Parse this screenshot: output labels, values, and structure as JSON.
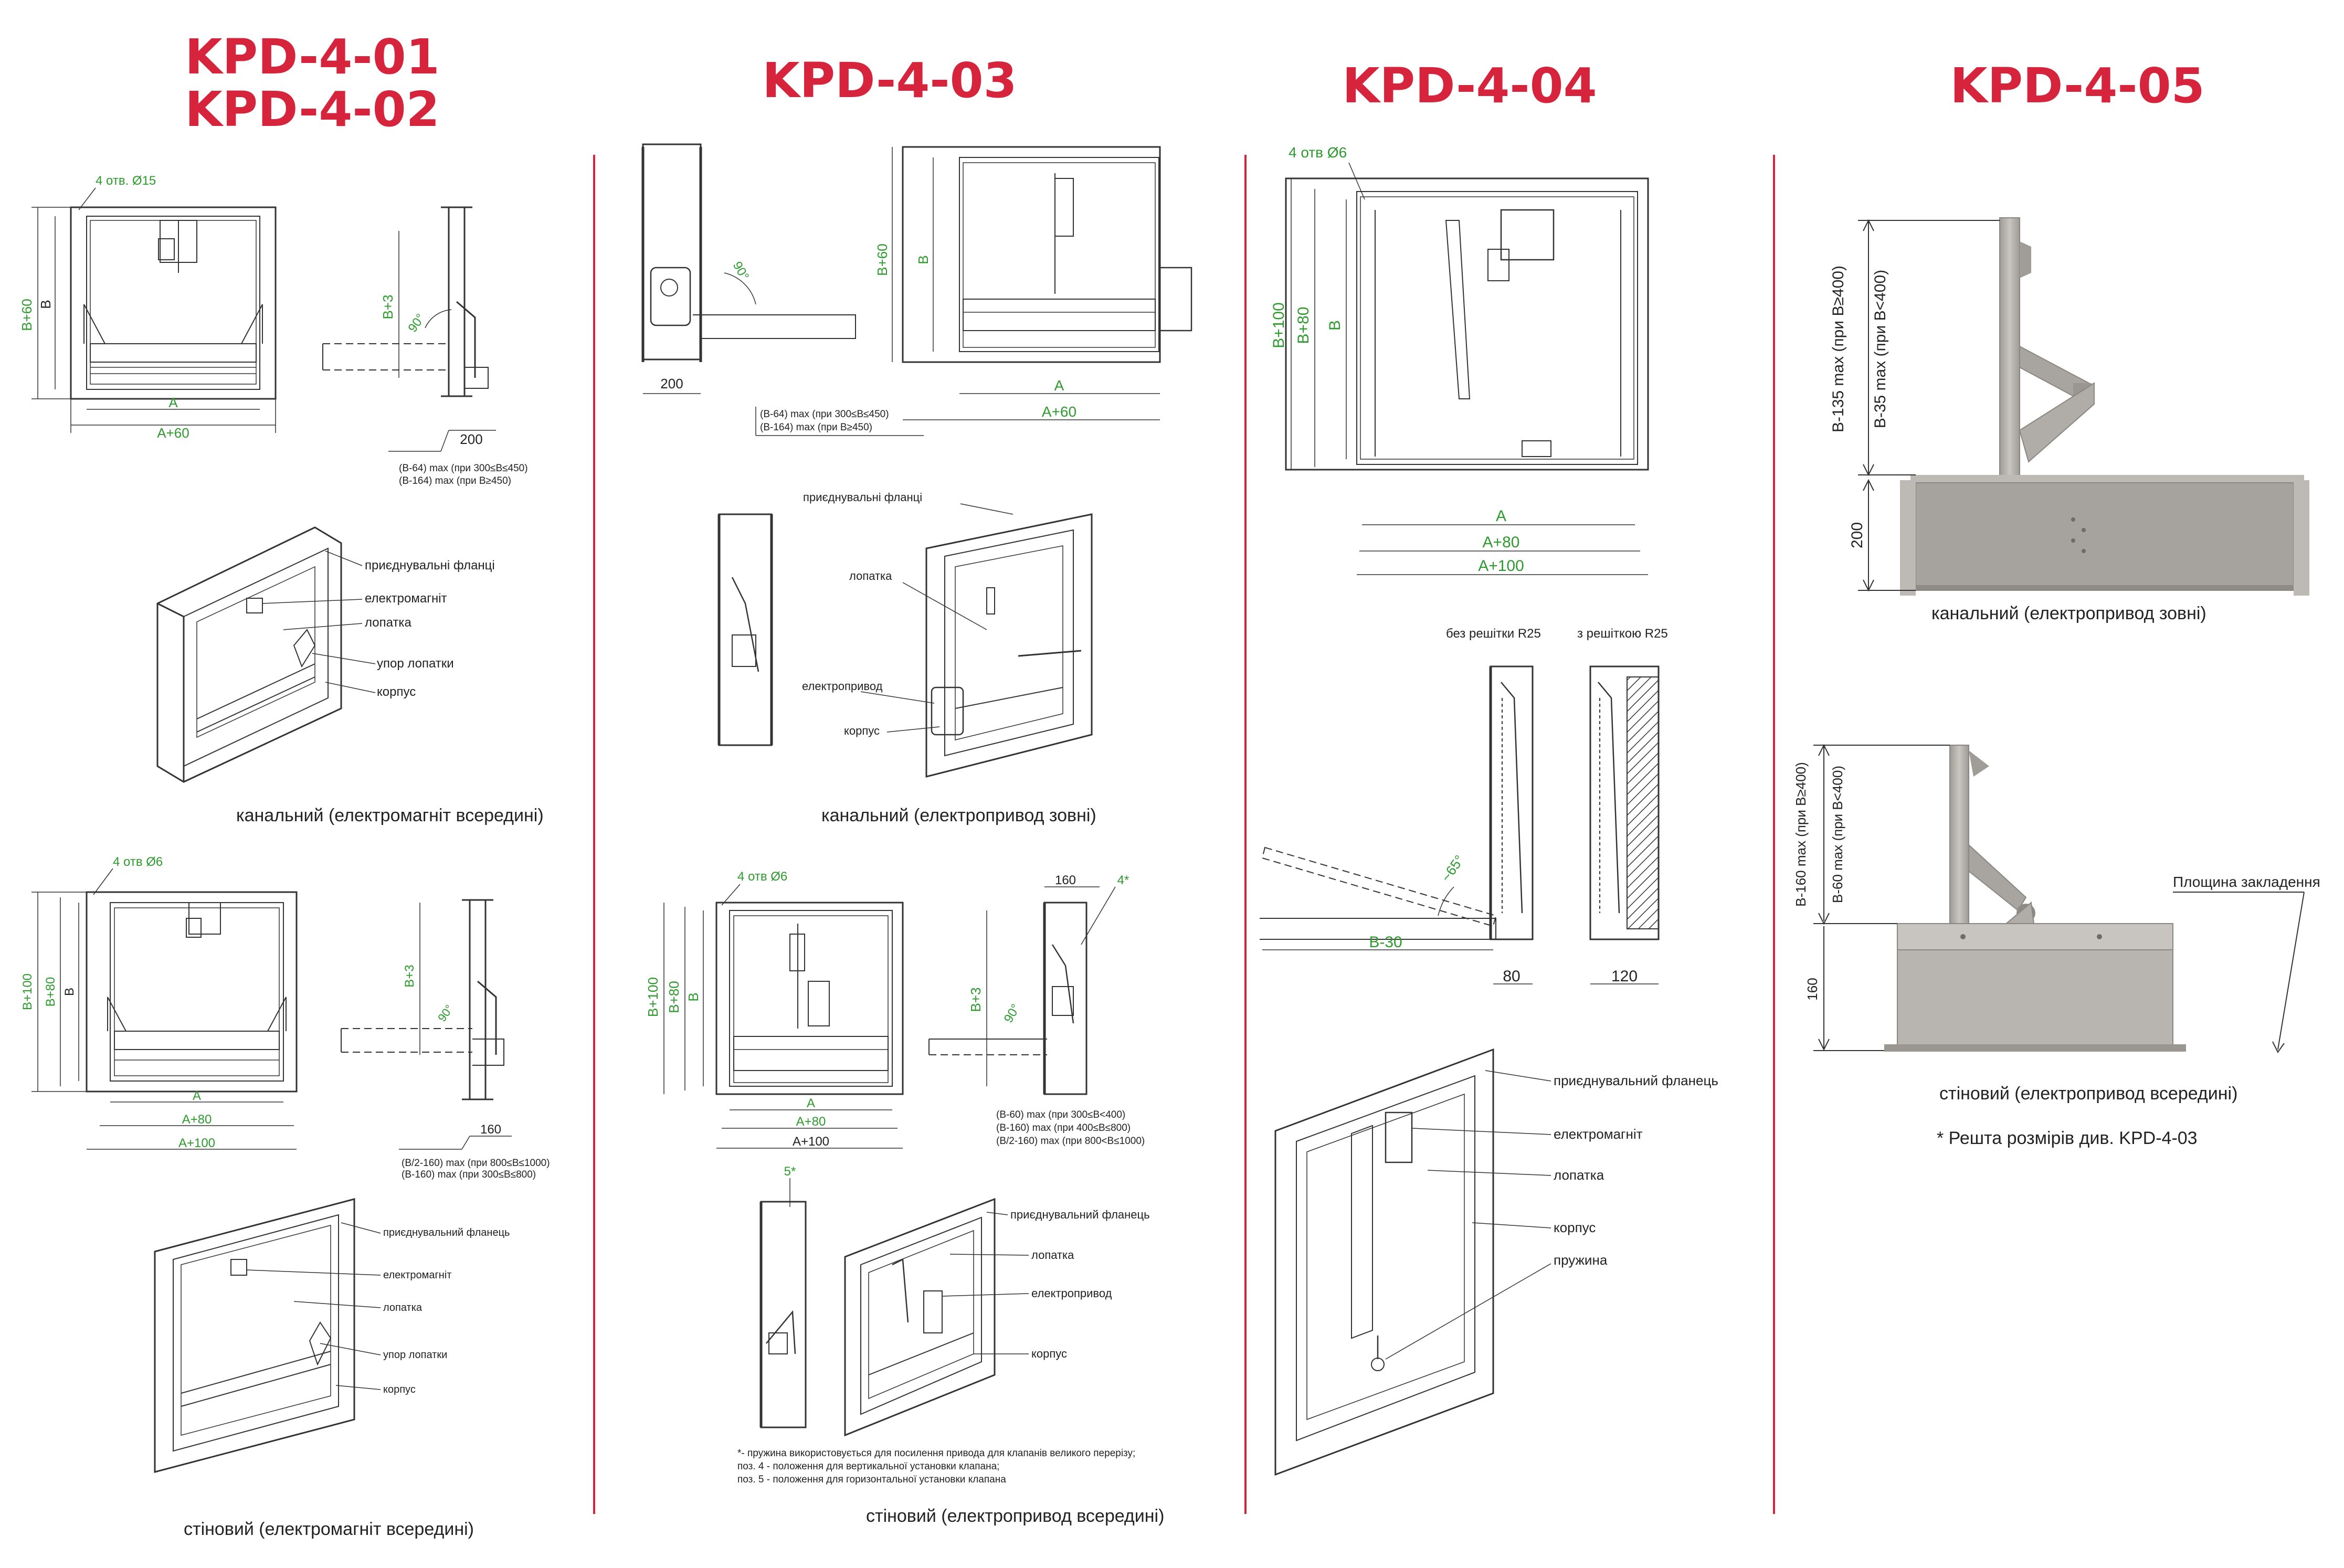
{
  "headings": {
    "kpd_01": "KPD-4-01",
    "kpd_02": "KPD-4-02",
    "kpd_03": "KPD-4-03",
    "kpd_04": "KPD-4-04",
    "kpd_05": "KPD-4-05"
  },
  "accent_color": "#d6243c",
  "dimension_color": "#2e9a2e",
  "col1": {
    "duct": {
      "holes": "4 отв. Ø15",
      "b60": "B+60",
      "b": "B",
      "a": "A",
      "a60": "A+60",
      "b3": "B+3",
      "angle": "90°",
      "w200": "200",
      "note1": "(B-64) max (при 300≤B≤450)",
      "note2": "(B-164) max (при B≥450)",
      "parts": [
        "приєднувальні фланці",
        "електромагніт",
        "лопатка",
        "упор лопатки",
        "корпус"
      ],
      "caption": "канальний (електромагніт всередині)"
    },
    "wall": {
      "holes": "4 отв Ø6",
      "b100": "B+100",
      "b80": "B+80",
      "b": "B",
      "a": "A",
      "a80": "A+80",
      "a100": "A+100",
      "b3": "B+3",
      "angle": "90°",
      "w160": "160",
      "note1": "(B/2-160) max (при 800≤B≤1000)",
      "note2": "(B-160) max (при 300≤B≤800)",
      "parts": [
        "приєднувальний фланець",
        "електромагніт",
        "лопатка",
        "упор лопатки",
        "корпус"
      ],
      "caption": "стіновий (електромагніт всередині)"
    }
  },
  "col2": {
    "duct": {
      "angle": "90°",
      "w200": "200",
      "note1": "(B-64) max (при 300≤B≤450)",
      "note2": "(B-164) max (при B≥450)",
      "b60": "B+60",
      "b": "B",
      "a": "A",
      "a60": "A+60",
      "parts": [
        "приєднувальні фланці",
        "лопатка",
        "електропривод",
        "корпус"
      ],
      "caption": "канальний (електропривод зовні)"
    },
    "wall": {
      "holes": "4 отв Ø6",
      "b100": "B+100",
      "b80": "B+80",
      "b": "B",
      "a": "A",
      "a80": "A+80",
      "a100": "A+100",
      "w160": "160",
      "pos4": "4*",
      "b3": "B+3",
      "angle": "90°",
      "note1": "(B-60) max (при 300≤B<400)",
      "note2": "(B-160) max (при 400≤B≤800)",
      "note3": "(B/2-160) max (при 800<B≤1000)",
      "pos5": "5*",
      "parts": [
        "приєднувальний фланець",
        "лопатка",
        "електропривод",
        "корпус"
      ],
      "footnote1": "*- пружина використовується для посилення привода для клапанів великого перерізу;",
      "footnote2": "поз. 4 - положення для вертикальної установки клапана;",
      "footnote3": "поз. 5 - положення для горизонтальної установки клапана",
      "caption": "стіновий (електропривод всередині)"
    }
  },
  "col3": {
    "front": {
      "holes": "4 отв Ø6",
      "b100": "B+100",
      "b80": "B+80",
      "b": "B",
      "a": "A",
      "a80": "A+80",
      "a100": "A+100"
    },
    "side": {
      "no_grille": "без решітки R25",
      "with_grille": "з решіткою R25",
      "angle": "~65°",
      "b30": "B-30",
      "w80": "80",
      "w120": "120"
    },
    "parts": [
      "приєднувальний фланець",
      "електромагніт",
      "лопатка",
      "корпус",
      "пружина"
    ]
  },
  "col4": {
    "duct": {
      "dim1": "B-135 max (при B≥400)",
      "dim2": "B-35 max (при B<400)",
      "w200": "200",
      "caption": "канальний (електропривод зовні)"
    },
    "wall": {
      "dim1": "B-160 max (при B≥400)",
      "dim2": "B-60 max (при B<400)",
      "w160": "160",
      "plane": "Площина закладення",
      "caption": "стіновий (електропривод всередині)",
      "footnote": "* Решта розмірів див. KPD-4-03"
    }
  }
}
